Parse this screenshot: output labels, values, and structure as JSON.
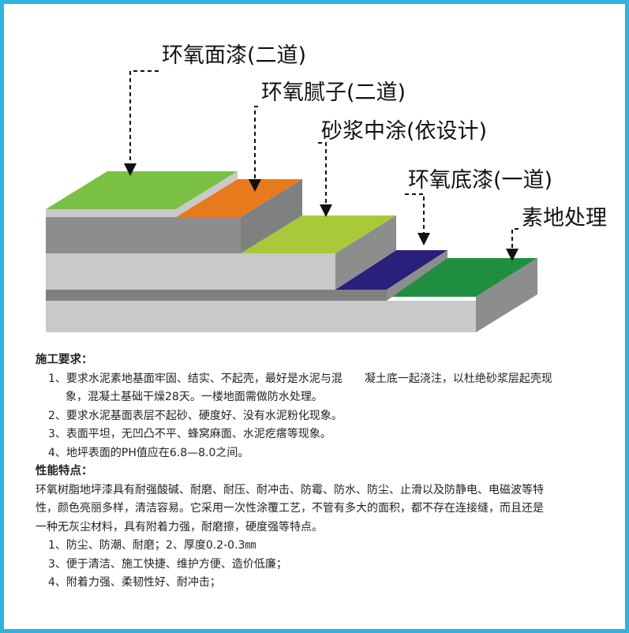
{
  "diagram": {
    "labels": [
      {
        "id": "topcoat",
        "text": "环氧面漆(二道)"
      },
      {
        "id": "putty",
        "text": "环氧腻子(二道)"
      },
      {
        "id": "mortar",
        "text": "砂浆中涂(依设计)"
      },
      {
        "id": "primer",
        "text": "环氧底漆(一道)"
      },
      {
        "id": "substrate",
        "text": "素地处理"
      }
    ],
    "colors": {
      "topcoat": "#7ac143",
      "putty": "#e87a1e",
      "mortar": "#a9c93a",
      "primer": "#2a1f7a",
      "substrate": "#1f8f3f",
      "slab_front": "#c8c9c8",
      "slab_side": "#8c8e8d",
      "slab_dark": "#7f8180"
    }
  },
  "construction": {
    "title": "施工要求：",
    "items": [
      {
        "text": "1、要求水泥素地基面牢固、结实、不起壳，最好是水泥与混　　凝土底一起浇注，以杜绝砂浆层起壳现",
        "cont": "象，混凝土基础干燥28天。一楼地面需做防水处理。"
      },
      {
        "text": "2、要求水泥基面表层不起砂、硬度好、没有水泥粉化现象。"
      },
      {
        "text": "3、表面平坦，无凹凸不平、蜂窝麻面、水泥疙瘩等现象。"
      },
      {
        "text": "4、地坪表面的PH值应在6.8—8.0之间。"
      }
    ]
  },
  "features": {
    "title": "性能特点：",
    "paragraph": [
      "环氧树脂地坪漆具有耐强酸碱、耐磨、耐压、耐冲击、防霉、防水、防尘、止滑以及防静电、电磁波等特",
      "性，颜色亮丽多样，清洁容易。它采用一次性涂覆工艺，不管有多大的面积，都不存在连接缝，而且还是",
      "一种无灰尘材料，具有附着力强，耐磨擦，硬度强等特点。"
    ],
    "items": [
      "1、防尘、防潮、耐磨；2、厚度0.2-0.3㎜",
      "3、便于清洁、施工快捷、维护方便、造价低廉；",
      "4、附着力强、柔韧性好、耐冲击；"
    ]
  }
}
